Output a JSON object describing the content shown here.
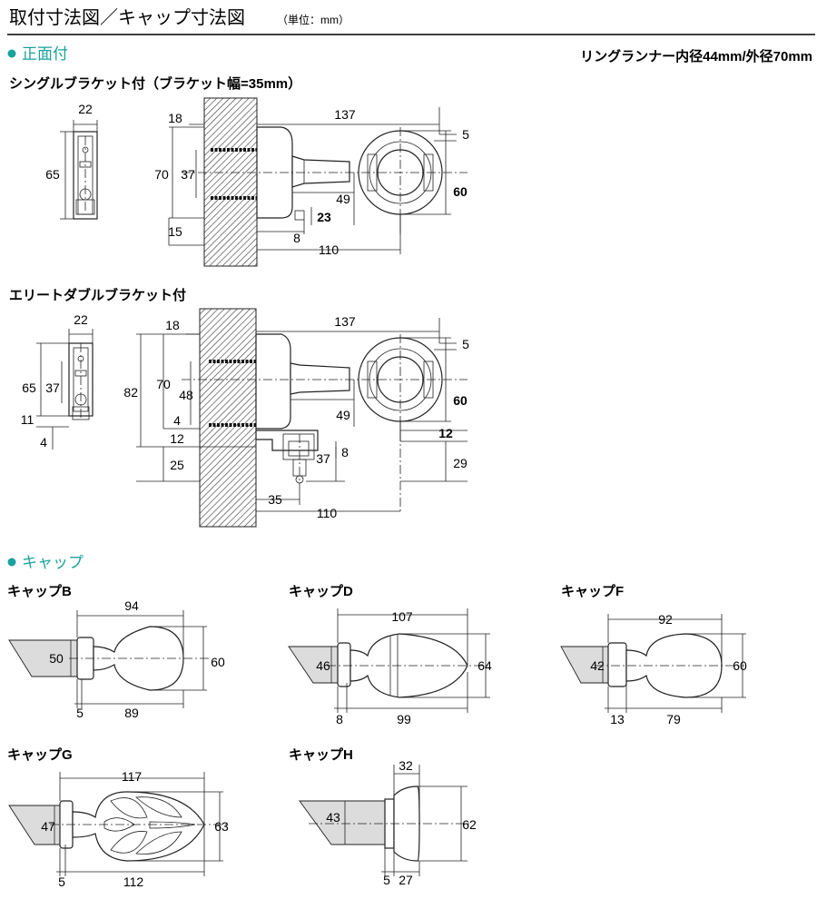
{
  "header": {
    "title": "取付寸法図／キャップ寸法図",
    "unit": "（単位：mm）"
  },
  "front": {
    "section_label": "正面付",
    "ring_note": "リングランナー内径44mm/外径70mm",
    "single_title": "シングルブラケット付（ブラケット幅=35mm）",
    "double_title": "エリートダブルブラケット付"
  },
  "single_dims": {
    "w22": "22",
    "h65": "65",
    "d18": "18",
    "d137": "137",
    "d5": "5",
    "d70": "70",
    "d37": "37",
    "d60": "60",
    "d49": "49",
    "d23": "23",
    "d15": "15",
    "d8": "8",
    "d110": "110"
  },
  "double_dims": {
    "w22": "22",
    "h65": "65",
    "h37": "37",
    "h11": "11",
    "h4": "4",
    "d18": "18",
    "d137": "137",
    "d5": "5",
    "d82": "82",
    "d70": "70",
    "d48": "48",
    "d4": "4",
    "d12": "12",
    "d25": "25",
    "d60": "60",
    "d49": "49",
    "d12b": "12",
    "d8": "8",
    "d37": "37",
    "d29": "29",
    "d35": "35",
    "d110": "110"
  },
  "caps": {
    "section_label": "キャップ",
    "items": [
      {
        "name": "キャップB",
        "len": "94",
        "dia": "50",
        "out": "60",
        "a": "5",
        "b": "89"
      },
      {
        "name": "キャップD",
        "len": "107",
        "dia": "46",
        "out": "64",
        "a": "8",
        "b": "99"
      },
      {
        "name": "キャップF",
        "len": "92",
        "dia": "42",
        "out": "60",
        "a": "13",
        "b": "79"
      },
      {
        "name": "キャップG",
        "len": "117",
        "dia": "47",
        "out": "63",
        "a": "5",
        "b": "112"
      },
      {
        "name": "キャップH",
        "len": "32",
        "dia": "43",
        "out": "62",
        "a": "5",
        "b": "27"
      }
    ]
  },
  "colors": {
    "accent": "#19a29b",
    "rule": "#000000"
  }
}
